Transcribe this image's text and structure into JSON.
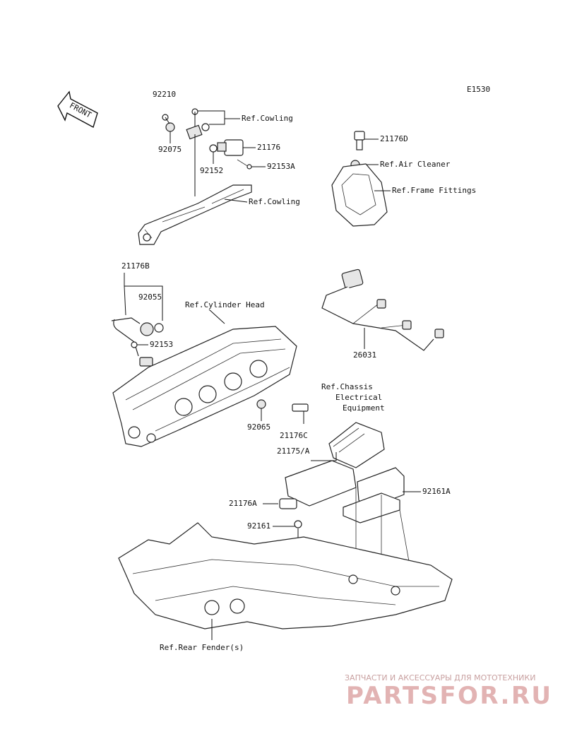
{
  "diagram_code": "E1530",
  "front_label": "FRONT",
  "labels": {
    "p92210": "92210",
    "ref_cowling_top": "Ref.Cowling",
    "p92075": "92075",
    "p21176": "21176",
    "p92152": "92152",
    "p92153A": "92153A",
    "ref_cowling_mid": "Ref.Cowling",
    "p21176D": "21176D",
    "ref_air_cleaner": "Ref.Air Cleaner",
    "ref_frame_fittings": "Ref.Frame Fittings",
    "p21176B": "21176B",
    "p92055": "92055",
    "ref_cylinder_head": "Ref.Cylinder Head",
    "p92153": "92153",
    "p26031": "26031",
    "ref_chassis_1": "Ref.Chassis",
    "ref_chassis_2": "Electrical",
    "ref_chassis_3": "Equipment",
    "p92065": "92065",
    "p21176C": "21176C",
    "p21175A": "21175/A",
    "p92161A": "92161A",
    "p21176A": "21176A",
    "p92161": "92161",
    "ref_rear_fender": "Ref.Rear Fender(s)"
  },
  "watermark": {
    "tagline": "ЗАПЧАСТИ И АКСЕССУАРЫ ДЛЯ МОТОТЕХНИКИ",
    "logo": "PARTSFOR.RU"
  }
}
